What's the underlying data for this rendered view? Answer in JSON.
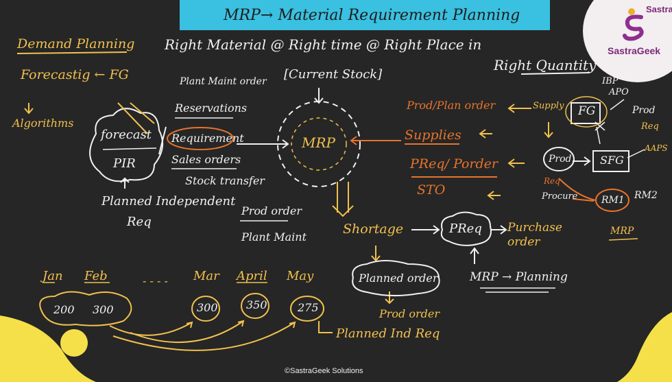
{
  "banner": {
    "title": "MRP→ Material Requirement Planning"
  },
  "logo": {
    "name": "SastraGeek",
    "top_text": "Sastra"
  },
  "notes": {
    "demand_planning": "Demand Planning",
    "tagline_1": "Right Material @ Right time @ Right Place in",
    "tagline_2": "Right Quantity",
    "forecasting": "Forecastig ← FG",
    "algorithms": "Algorithms",
    "forecast": "forecast",
    "pir": "PIR",
    "planned_independent": "Planned Independent",
    "req": "Req",
    "plant_maint_order": "Plant Maint order",
    "reservations": "Reservations",
    "requirement": "Requirement",
    "sales_orders": "Sales orders",
    "stock_transfer": "Stock transfer",
    "prod_order": "Prod order",
    "plant_maint": "Plant Maint",
    "current_stock": "[Current Stock]",
    "mrp": "MRP",
    "prod_plan_order": "Prod/Plan order",
    "supplies": "Supplies",
    "preq_porder": "PReq/ Porder",
    "sto": "STO",
    "shortage": "Shortage",
    "preq": "PReq",
    "purchase_order": "Purchase order",
    "planned_order": "Planned order",
    "prod_order_2": "Prod order",
    "mrp_planning": "MRP → Planning",
    "planned_ind_req": "Planned Ind Req",
    "supply": "Supply",
    "fg": "FG",
    "ibp": "IBP",
    "apo": "APO",
    "prod_top": "Prod",
    "req_right": "Req",
    "prod_mid": "Prod",
    "sfg": "SFG",
    "aaps": "AAPS",
    "req_small": "Req",
    "procure": "Procure",
    "rm1": "RM1",
    "rm2": "RM2",
    "mrp_right": "MRP"
  },
  "timeline": {
    "months": [
      "Jan",
      "Feb",
      "Mar",
      "April",
      "May"
    ],
    "values": [
      "200",
      "300",
      "300",
      "350",
      "275"
    ],
    "dots": "- - - -"
  },
  "footer": {
    "copyright": "©SastraGeek Solutions"
  },
  "colors": {
    "board": "#262626",
    "banner": "#3ac0e0",
    "yellow": "#f2c14e",
    "orange": "#e8742c",
    "white": "#f1f1f1"
  }
}
